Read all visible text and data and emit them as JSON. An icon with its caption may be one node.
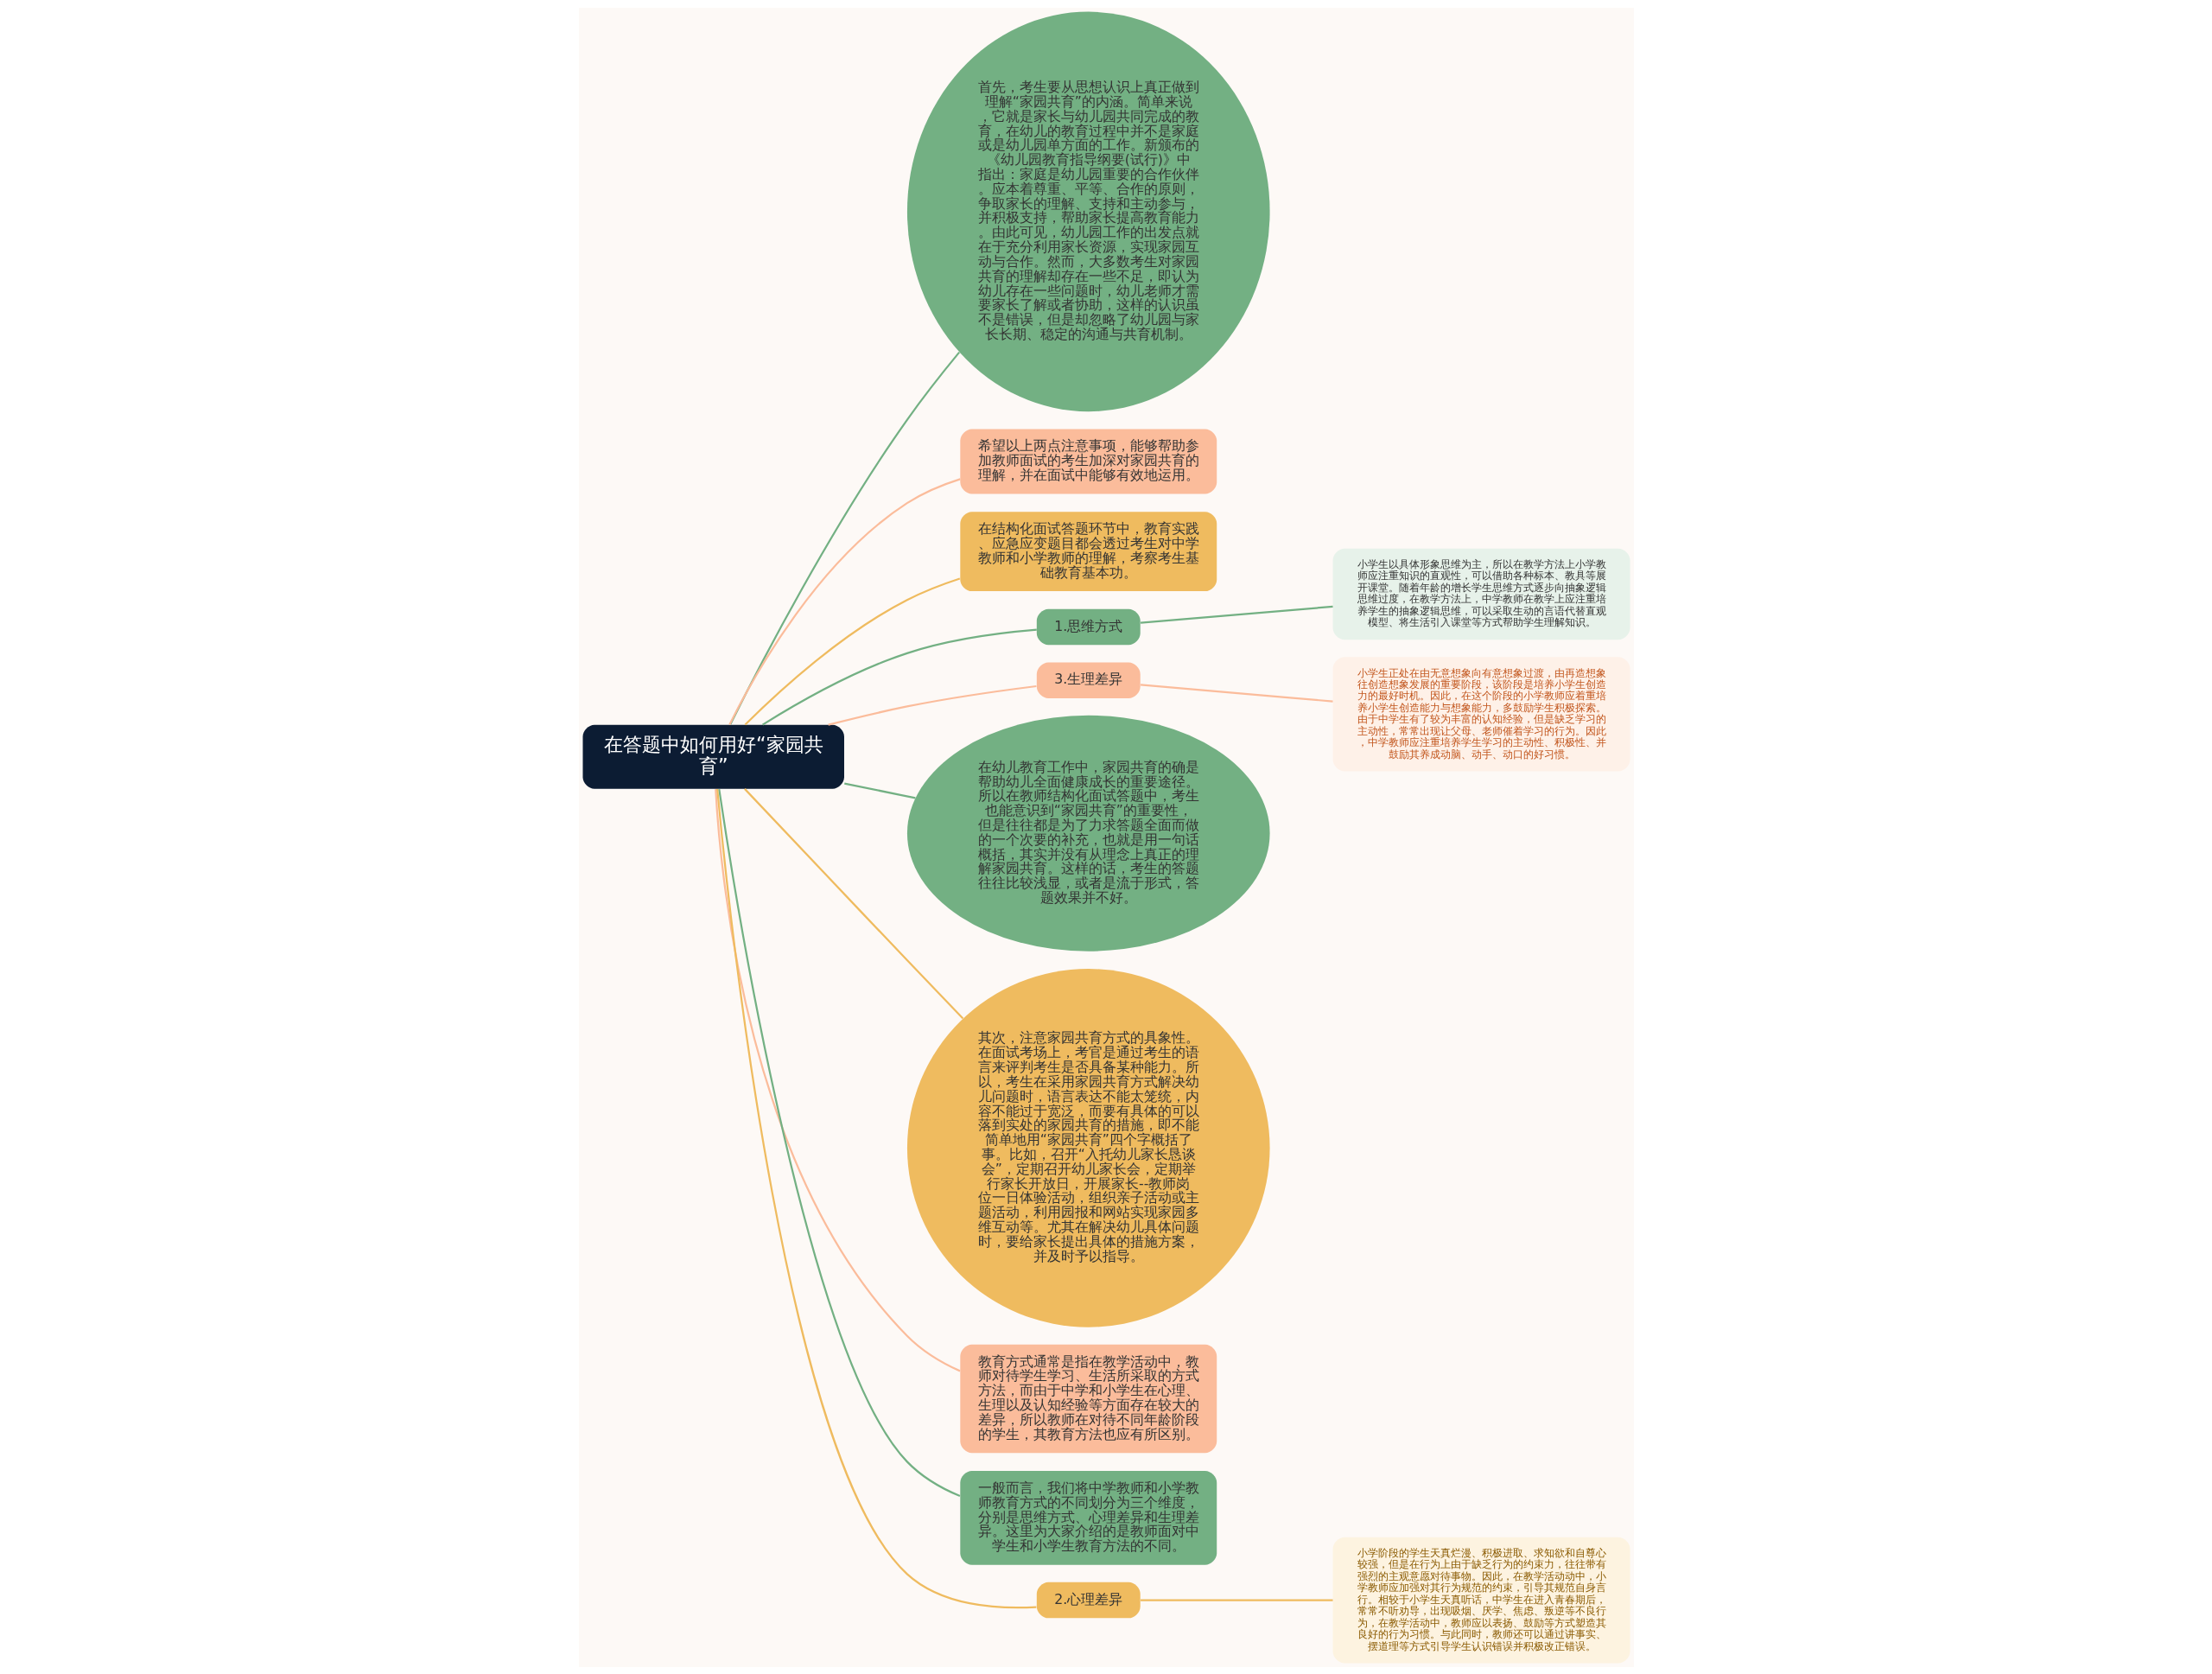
{
  "diagram": {
    "nodes": [
      {
        "text": [
          "在答题中如何用好“家园共育”"
        ]
      },
      {
        "text": [
          "首先，考生要从思想认识上真正做到理解“家园共育”的内涵。简单来说，它就是家长与幼儿园共同完成的教育，在幼儿的教育过程中并不是家庭或是幼儿园单方面的工作。新颁布的《幼儿园教育指导纲要(试行)》中指出：家庭是幼儿园重要的合作伙伴。应本着尊重、平等、合作的原则，争取家长的理解、支持和主动参与，并积极支持，帮助家长提高教育能力。由此可见，幼儿园工作的出发点就在于充分利用家长资源，实现家园互动与合作。然而，大多数考生对家园共育的理解却存在一些不足，即认为幼儿存在一些问题时，幼儿老师才需要家长了解或者协助，这样的认识虽不是错误，但是却忽略了幼儿园与家长长期、稳定的沟通与共育机制。"
        ]
      },
      {
        "text": [
          "希望以上两点注意事项，能够帮助参加教师面试的考生加深对家园共育的理解，并在面试中能够有效地运用。"
        ]
      },
      {
        "text": [
          "在结构化面试答题环节中，教育实践、应急应变题目都会透过考生对中学教师和小学教师的理解，考察考生基础教育基本功。"
        ]
      },
      {
        "text": [
          "1.思维方式"
        ]
      },
      {
        "text": [
          "小学生以具体形象思维为主，所以在教学方法上小学教师应注重知识的直观性，可以借助各种标本、教具等展开课堂。随着年龄的增长学生思维方式逐步向抽象逻辑思维过度，在教学方法上，中学教师在教学上应注重培养学生的抽象逻辑思维，可以采取生动的言语代替直观模型、将生活引入课堂等方式帮助学生理解知识。"
        ]
      },
      {
        "text": [
          "3.生理差异"
        ]
      },
      {
        "text": [
          "小学生正处在由无意想象向有意想象过渡，由再造想象往创造想象发展的重要阶段，该阶段是培养小学生创造力的最好时机。因此，在这个阶段的小学教师应着重培养小学生创造能力与想象能力，多鼓励学生积极探索。由于中学生有了较为丰富的认知经验，但是缺乏学习的主动性，常常出现让父母、老师催着学习的行为。因此，中学教师应注重培养学生学习的主动性、积极性、并鼓励其养成动脑、动手、动口的好习惯。"
        ]
      },
      {
        "text": [
          "在幼儿教育工作中，家园共育的确是帮助幼儿全面健康成长的重要途径。所以在教师结构化面试答题中，考生也能意识到“家园共育”的重要性，但是往往都是为了力求答题全面而做的一个次要的补充，也就是用一句话概括，其实并没有从理念上真正的理解家园共育。这样的话，考生的答题往往比较浅显，或者是流于形式，答题效果并不好。"
        ]
      },
      {
        "text": [
          "其次，注意家园共育方式的具象性。在面试考场上，考官是通过考生的语言来评判考生是否具备某种能力。所以，考生在采用家园共育方式解决幼儿问题时，语言表达不能太笼统，内容不能过于宽泛，而要有具体的可以落到实处的家园共育的措施，即不能简单地用“家园共育”四个字概括了事。比如，召开“入托幼儿家长恳谈会”，定期召开幼儿家长会，定期举行家长开放日，开展家长--教师岗位一日体验活动，组织亲子活动或主题活动，利用园报和网站实现家园多维互动等。尤其在解决幼儿具体问题时，要给家长提出具体的措施方案，并及时予以指导。"
        ]
      },
      {
        "text": [
          "教育方式通常是指在教学活动中，教师对待学生学习、生活所采取的方式方法，而由于中学和小学生在心理、生理以及认知经验等方面存在较大的差异，所以教师在对待不同年龄阶段的学生，其教育方法也应有所区别。"
        ]
      },
      {
        "text": [
          "一般而言，我们将中学教师和小学教师教育方式的不同划分为三个维度，分别是思维方式、心理差异和生理差异。这里为大家介绍的是教师面对中学生和小学生教育方法的不同。"
        ]
      },
      {
        "text": [
          "2.心理差异"
        ]
      },
      {
        "text": [
          "小学阶段的学生天真烂漫、积极进取、求知欲和自尊心较强，但是在行为上由于缺乏行为的约束力，往往带有强烈的主观意愿对待事物。因此，在教学活动动中，小学教师应加强对其行为规范的约束，引导其规范自身言行。相较于小学生天真听话，中学生在进入青春期后，常常不听劝导，出现吸烟、厌学、焦虑、叛逆等不良行为，在教学活动中，教师应以表扬、鼓励等方式塑造其良好的行为习惯。与此同时，教师还可以通过讲事实、摆道理等方式引导学生认识错误并积极改正错误。"
        ]
      }
    ],
    "edges": [
      {
        "from": 0,
        "to": 1,
        "arrow": "none",
        "color": "#73b083"
      },
      {
        "from": 0,
        "to": 2,
        "arrow": "none",
        "color": "#fbbc9b"
      },
      {
        "from": 0,
        "to": 3,
        "arrow": "none",
        "color": "#efbb5f"
      },
      {
        "from": 0,
        "to": 4,
        "arrow": "none",
        "color": "#73b083"
      },
      {
        "from": 4,
        "to": 5,
        "arrow": "none",
        "color": "#73b083"
      },
      {
        "from": 0,
        "to": 6,
        "arrow": "none",
        "color": "#fbbc9b"
      },
      {
        "from": 6,
        "to": 7,
        "arrow": "none",
        "color": "#fbbc9b"
      },
      {
        "from": 0,
        "to": 8,
        "arrow": "none",
        "color": "#73b083"
      },
      {
        "from": 0,
        "to": 9,
        "arrow": "none",
        "color": "#efbb5f"
      },
      {
        "from": 0,
        "to": 10,
        "arrow": "none",
        "color": "#fbbc9b"
      },
      {
        "from": 0,
        "to": 11,
        "arrow": "none",
        "color": "#73b083"
      },
      {
        "from": 0,
        "to": 12,
        "arrow": "none",
        "color": "#efbb5f"
      },
      {
        "from": 12,
        "to": 13,
        "arrow": "none",
        "color": "#efbb5f"
      }
    ]
  }
}
